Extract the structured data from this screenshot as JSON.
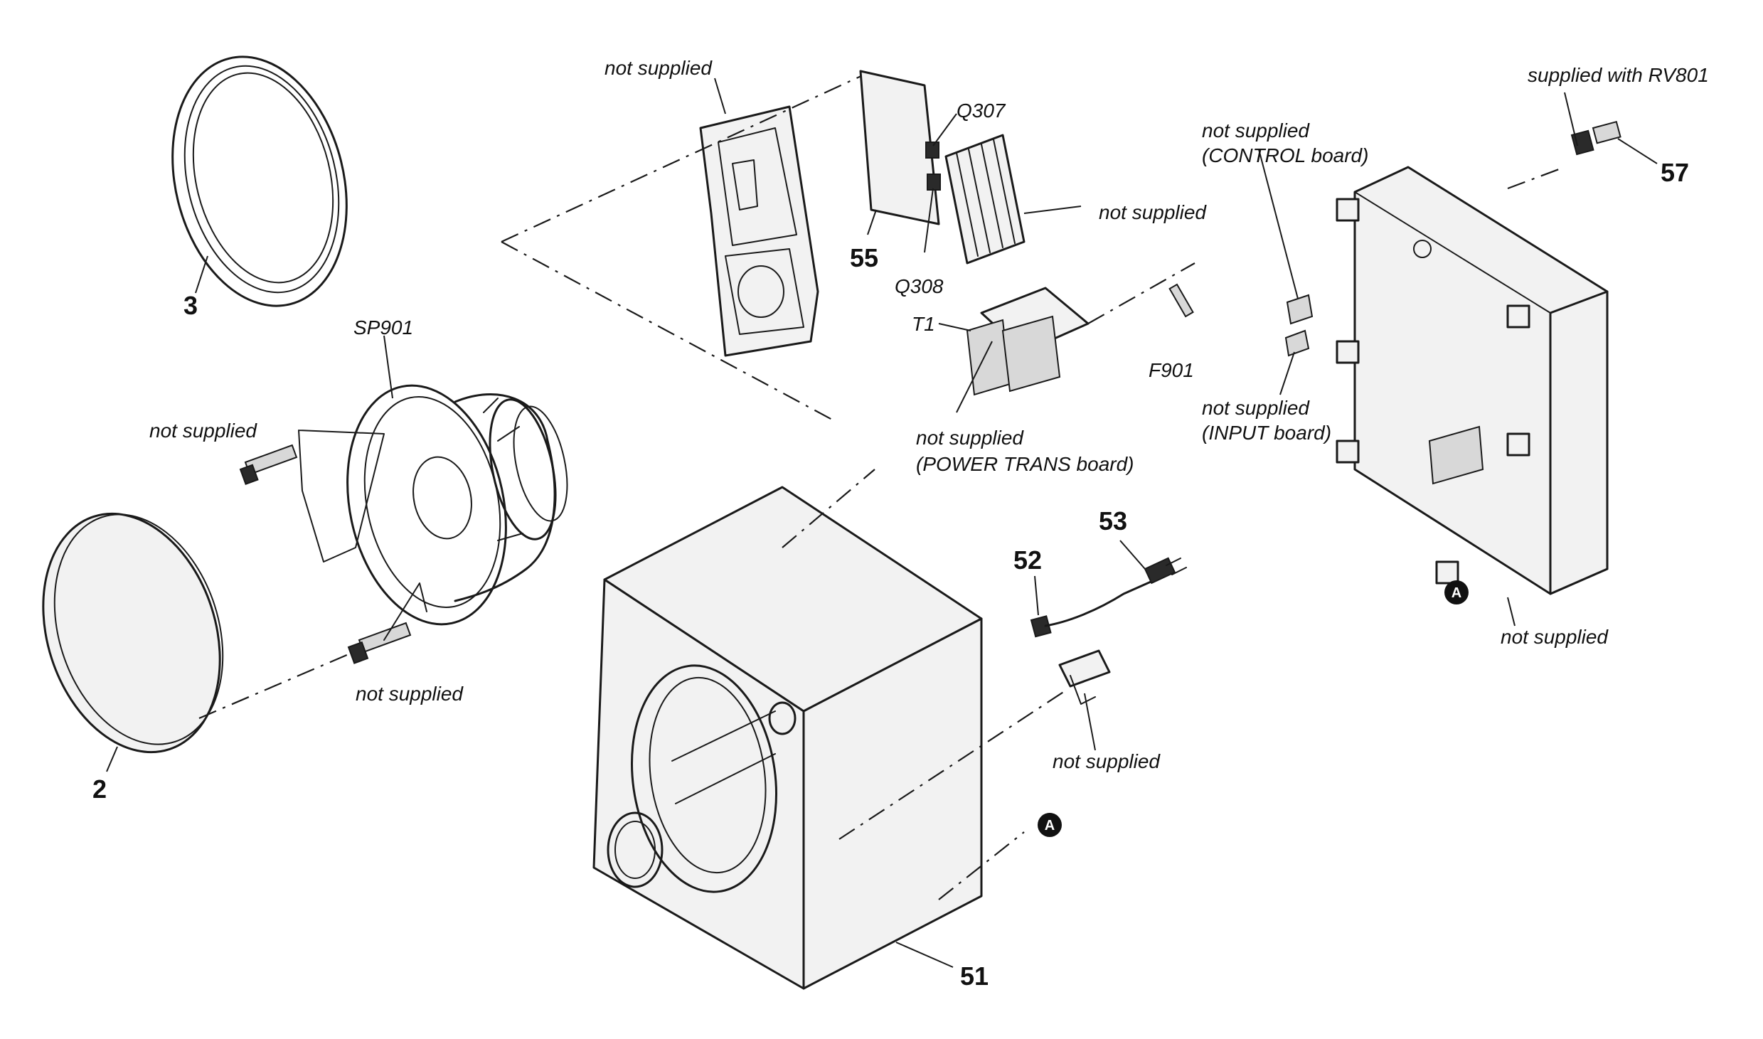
{
  "diagram": {
    "items": {
      "item_2": "2",
      "item_3": "3",
      "item_51": "51",
      "item_52": "52",
      "item_53": "53",
      "item_55": "55",
      "item_57": "57"
    },
    "refs": {
      "sp901": "SP901",
      "q307": "Q307",
      "q308": "Q308",
      "t1": "T1",
      "f901": "F901"
    },
    "notes": {
      "not_supplied": "not supplied",
      "power_trans_board": "(POWER TRANS board)",
      "control_board": "(CONTROL board)",
      "input_board": "(INPUT board)",
      "supplied_with_rv801": "supplied with RV801"
    },
    "marker": "A"
  }
}
